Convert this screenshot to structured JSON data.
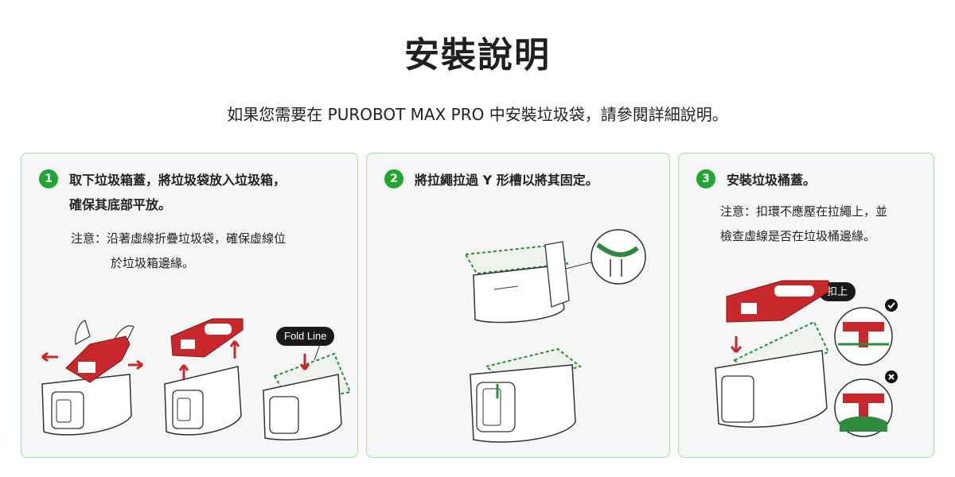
{
  "header": {
    "title": "安裝說明",
    "subtitle": "如果您需要在 PUROBOT MAX PRO 中安裝垃圾袋，請參閱詳細說明。"
  },
  "steps": [
    {
      "number": "1",
      "lines": [
        "取下垃圾箱蓋，將垃圾袋放入垃圾箱，",
        "確保其底部平放。"
      ],
      "note_lines": [
        "注意：沿著虛線折疊垃圾袋，確保虛線位",
        "於垃圾箱邊緣。"
      ],
      "label": "Fold Line"
    },
    {
      "number": "2",
      "lines": [
        "將拉繩拉過 Y 形槽以將其固定。"
      ]
    },
    {
      "number": "3",
      "lines": [
        "安裝垃圾桶蓋。"
      ],
      "note_lines": [
        "注意：扣環不應壓在拉繩上，並",
        "檢查虛線是否在垃圾桶邊緣。"
      ],
      "label": "扣上",
      "status_icons": [
        "check-icon",
        "cross-icon"
      ]
    }
  ],
  "colors": {
    "accent_green": "#22a633",
    "card_border": "#a7dca5",
    "card_background": "#f6f6f6",
    "lid_red": "#c8282c",
    "bag_green": "#2e8b3d"
  }
}
